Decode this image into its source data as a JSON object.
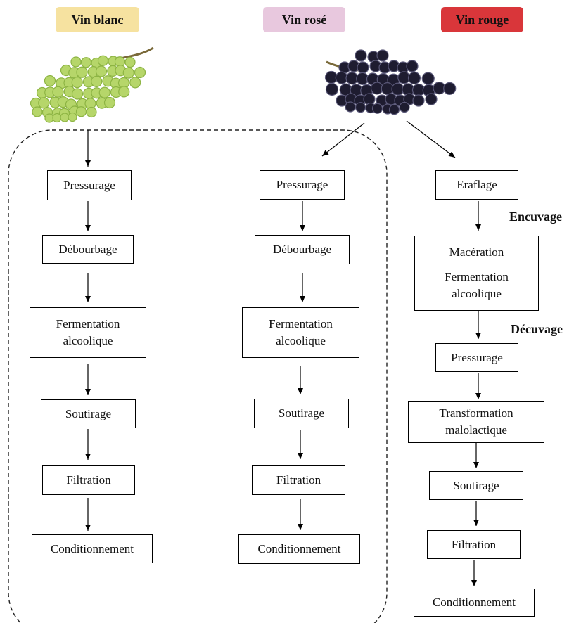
{
  "colors": {
    "vin_blanc_bg": "#f6e2a0",
    "vin_rose_bg": "#e8c8de",
    "vin_rouge_bg": "#d9363a",
    "white_grape": "#b6d66a",
    "white_grape_dark": "#8db443",
    "dark_grape": "#1e1c30",
    "dark_grape_highlight": "#5a5878",
    "stem": "#7a6a3a"
  },
  "headers": {
    "vin_blanc": "Vin blanc",
    "vin_rose": "Vin rosé",
    "vin_rouge": "Vin rouge"
  },
  "icons": {
    "white_grapes": "white-grape-bunch-icon",
    "black_grapes": "black-grape-bunch-icon"
  },
  "blanc_steps": {
    "s1": "Pressurage",
    "s2": "Débourbage",
    "s3a": "Fermentation",
    "s3b": "alcoolique",
    "s4": "Soutirage",
    "s5": "Filtration",
    "s6": "Conditionnement"
  },
  "rose_steps": {
    "s1": "Pressurage",
    "s2": "Débourbage",
    "s3a": "Fermentation",
    "s3b": "alcoolique",
    "s4": "Soutirage",
    "s5": "Filtration",
    "s6": "Conditionnement"
  },
  "rouge_steps": {
    "s1": "Eraflage",
    "s2a": "Macération",
    "s2b": "Fermentation",
    "s2c": "alcoolique",
    "s3": "Pressurage",
    "s4a": "Transformation",
    "s4b": "malolactique",
    "s5": "Soutirage",
    "s6": "Filtration",
    "s7": "Conditionnement"
  },
  "rouge_labels": {
    "encuvage": "Encuvage",
    "decuvage": "Décuvage"
  }
}
